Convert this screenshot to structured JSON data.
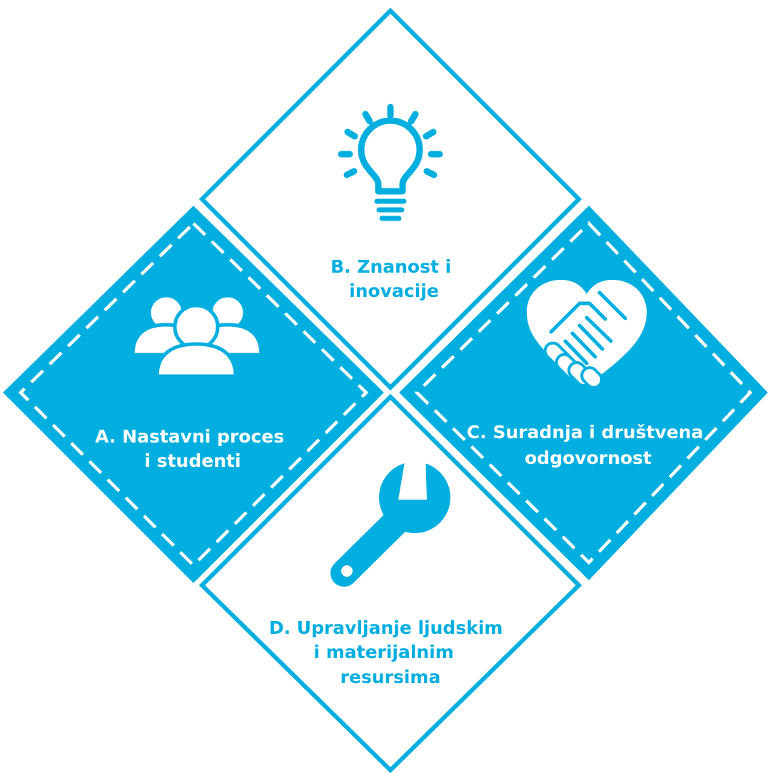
{
  "colors": {
    "accent": "#00aee0",
    "background": "#ffffff"
  },
  "quadrants": {
    "a": {
      "icon": "people-group-icon",
      "line1": "A. Nastavni proces",
      "line2": "i studenti"
    },
    "b": {
      "icon": "lightbulb-icon",
      "line1": "B. Znanost i",
      "line2": "inovacije"
    },
    "c": {
      "icon": "handshake-heart-icon",
      "line1": "C. Suradnja i društvena",
      "line2": "odgovornost"
    },
    "d": {
      "icon": "wrench-icon",
      "line1": "D. Upravljanje ljudskim",
      "line2": "i materijalnim",
      "line3": "resursima"
    }
  }
}
